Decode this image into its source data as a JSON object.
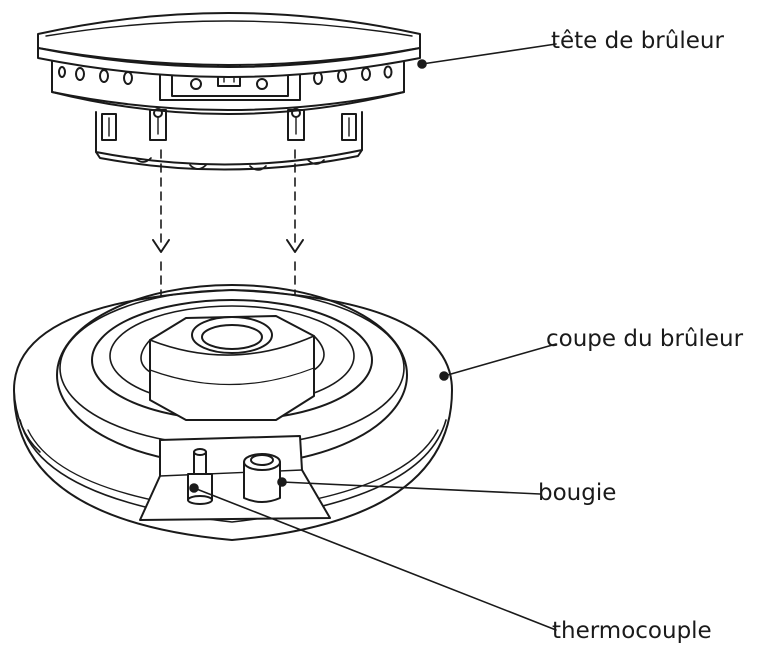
{
  "labels": {
    "burner_head": "tête de brûleur",
    "burner_cup": "coupe du brûleur",
    "spark_plug": "bougie",
    "thermocouple": "thermocouple"
  },
  "colors": {
    "line": "#1a1a1a",
    "fill": "#ffffff",
    "background": "#ffffff"
  }
}
